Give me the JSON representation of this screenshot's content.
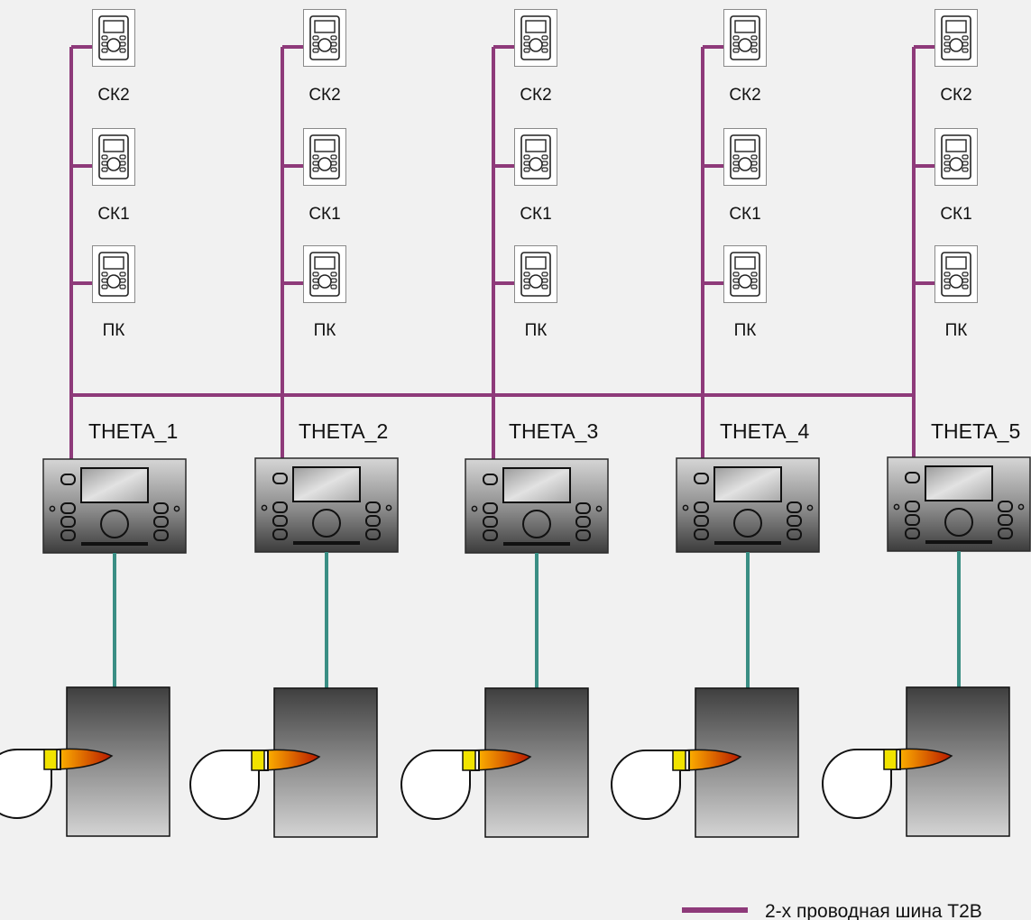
{
  "colors": {
    "bus": "#8e3a7a",
    "link": "#3a8e84",
    "background": "#f1f1f1"
  },
  "columns": [
    {
      "controller": "THETA_1",
      "panels": [
        {
          "label": "СК2",
          "icon": "room-control-panel-icon"
        },
        {
          "label": "СК1",
          "icon": "room-control-panel-icon"
        },
        {
          "label": "ПК",
          "icon": "room-control-panel-icon"
        }
      ]
    },
    {
      "controller": "THETA_2",
      "panels": [
        {
          "label": "СК2",
          "icon": "room-control-panel-icon"
        },
        {
          "label": "СК1",
          "icon": "room-control-panel-icon"
        },
        {
          "label": "ПК",
          "icon": "room-control-panel-icon"
        }
      ]
    },
    {
      "controller": "THETA_3",
      "panels": [
        {
          "label": "СК2",
          "icon": "room-control-panel-icon"
        },
        {
          "label": "СК1",
          "icon": "room-control-panel-icon"
        },
        {
          "label": "ПК",
          "icon": "room-control-panel-icon"
        }
      ]
    },
    {
      "controller": "THETA_4",
      "panels": [
        {
          "label": "СК2",
          "icon": "room-control-panel-icon"
        },
        {
          "label": "СК1",
          "icon": "room-control-panel-icon"
        },
        {
          "label": "ПК",
          "icon": "room-control-panel-icon"
        }
      ]
    },
    {
      "controller": "THETA_5",
      "panels": [
        {
          "label": "СК2",
          "icon": "room-control-panel-icon"
        },
        {
          "label": "СК1",
          "icon": "room-control-panel-icon"
        },
        {
          "label": "ПК",
          "icon": "room-control-panel-icon"
        }
      ]
    }
  ],
  "legend": {
    "bus_label": "2-х проводная шина T2B"
  }
}
